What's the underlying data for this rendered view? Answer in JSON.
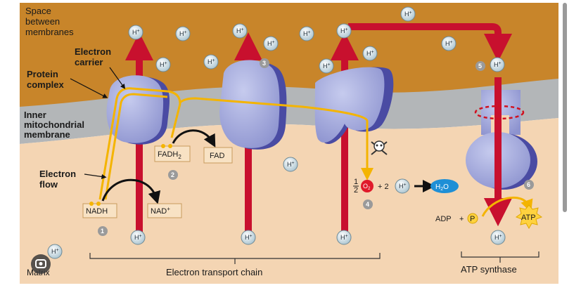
{
  "labels": {
    "space_between": "Space between membranes",
    "space_between_lines": [
      "Space",
      "between",
      "membranes"
    ],
    "electron_carrier_lines": [
      "Electron",
      "carrier"
    ],
    "protein_complex_lines": [
      "Protein",
      "complex"
    ],
    "inner_membrane_lines": [
      "Inner",
      "mitochondrial",
      "membrane"
    ],
    "electron_flow_lines": [
      "Electron",
      "flow"
    ],
    "matrix": "Matrix",
    "electron_transport_chain": "Electron transport chain",
    "atp_synthase": "ATP synthase"
  },
  "proton": "H",
  "proton_superscript": "+",
  "molecules": {
    "nadh": "NADH",
    "nad_plus": "NAD",
    "fadh2": "FADH",
    "fadh2_sub": "2",
    "fad": "FAD",
    "half": "1",
    "half_den": "2",
    "o2": "O",
    "o2_sub": "2",
    "plus_two": "+ 2",
    "h2o": "H",
    "h2o_sub": "2",
    "h2o_o": "O",
    "adp": "ADP",
    "plus": "+",
    "p": "P",
    "atp": "ATP"
  },
  "steps": [
    "1",
    "2",
    "3",
    "4",
    "5",
    "6"
  ],
  "colors": {
    "intermembrane": "#c8852a",
    "membrane": "#b3b6b8",
    "matrix": "#f4d5b3",
    "protein": "#a7acd9",
    "protein_shadow": "#4a4ba3",
    "arrow_red": "#c8102e",
    "electron_path": "#f4b400",
    "proton_fill": "#d7e4ea"
  }
}
